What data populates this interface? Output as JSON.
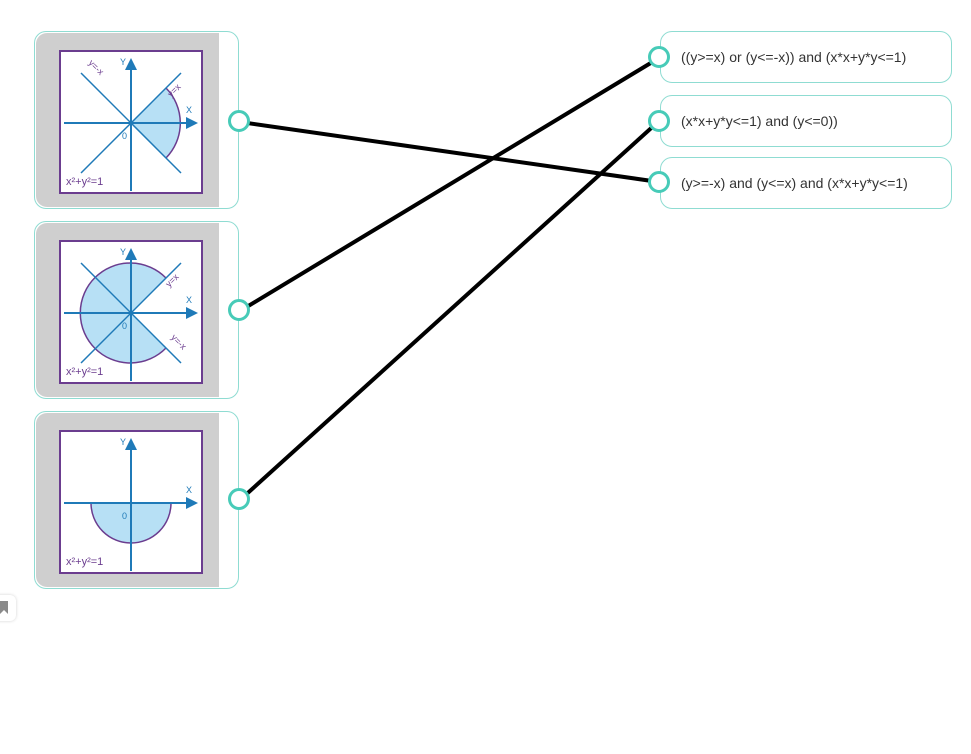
{
  "graphs": [
    {
      "name": "graph-1",
      "curve": "x²+y²=1",
      "y_axis": "Y",
      "x_axis": "X",
      "origin": "0",
      "line1": "y=-x",
      "line2": "y=x"
    },
    {
      "name": "graph-2",
      "curve": "x²+y²=1",
      "y_axis": "Y",
      "x_axis": "X",
      "origin": "0",
      "line1": "y=x",
      "line2": "y=-x"
    },
    {
      "name": "graph-3",
      "curve": "x²+y²=1",
      "y_axis": "Y",
      "x_axis": "X",
      "origin": "0"
    }
  ],
  "answers": [
    {
      "label": "((y>=x) or (y<=-x)) and (x*x+y*y<=1)"
    },
    {
      "label": "(x*x+y*y<=1) and (y<=0))"
    },
    {
      "label": "(y>=-x) and (y<=x) and (x*x+y*y<=1)"
    }
  ],
  "matches": [
    {
      "graph": 1,
      "answer": 3
    },
    {
      "graph": 2,
      "answer": 1
    },
    {
      "graph": 3,
      "answer": 2
    }
  ],
  "colors": {
    "accent": "#47cbb8",
    "card_border": "#8fdcd2",
    "frame": "#6b3d8f",
    "axis": "#1f7ab8",
    "shade": "#b7e0f5",
    "line": "#000000"
  }
}
